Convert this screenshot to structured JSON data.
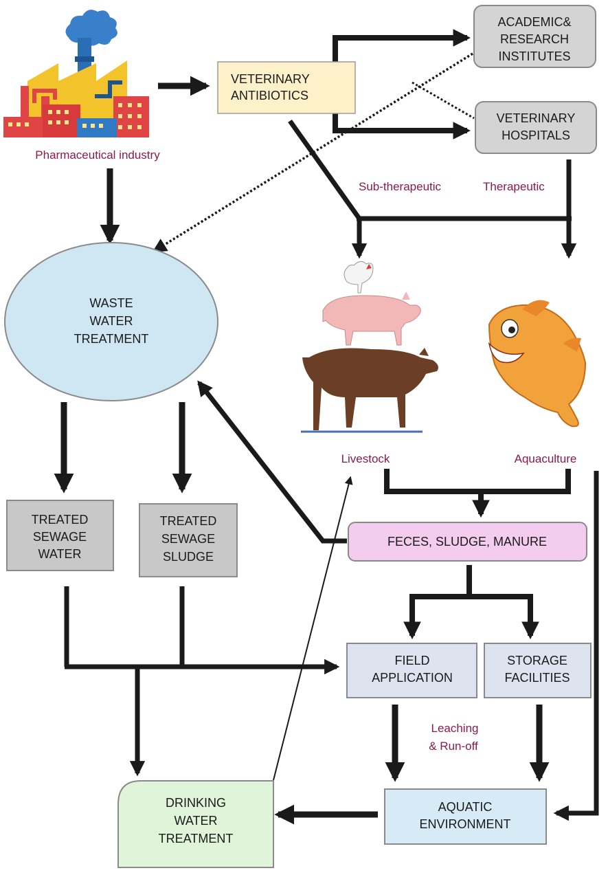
{
  "colors": {
    "arrow": "#1a1a1a",
    "label_text": "#8b1a4a",
    "veterinary_antibiotics_fill": "#fdf1c9",
    "institute_fill": "#d4d4d4",
    "treated_fill": "#c8c8c8",
    "waste_water_fill": "#cfe6f3",
    "feces_fill": "#f4cdee",
    "field_fill": "#dde3ef",
    "aquatic_fill": "#d6ebf6",
    "drinking_fill": "#dff4d8"
  },
  "icons": {
    "industry": "factory-icon",
    "livestock": "stacked-livestock-icon",
    "aquaculture": "fish-icon"
  },
  "nodes": {
    "veterinary_antibiotics": [
      "VETERINARY",
      "ANTIBIOTICS"
    ],
    "academic_institutes": [
      "ACADEMIC&",
      "RESEARCH",
      "INSTITUTES"
    ],
    "veterinary_hospitals": [
      "VETERINARY",
      "HOSPITALS"
    ],
    "waste_water_treatment": [
      "WASTE",
      "WATER",
      "TREATMENT"
    ],
    "treated_sewage_water": [
      "TREATED",
      "SEWAGE",
      "WATER"
    ],
    "treated_sewage_sludge": [
      "TREATED",
      "SEWAGE",
      "SLUDGE"
    ],
    "feces_sludge_manure": [
      "FECES, SLUDGE, MANURE"
    ],
    "field_application": [
      "FIELD",
      "APPLICATION"
    ],
    "storage_facilities": [
      "STORAGE",
      "FACILITIES"
    ],
    "aquatic_environment": [
      "AQUATIC",
      "ENVIRONMENT"
    ],
    "drinking_water_treatment": [
      "DRINKING",
      "WATER",
      "TREATMENT"
    ]
  },
  "labels": {
    "pharmaceutical_industry": "Pharmaceutical industry",
    "sub_therapeutic": "Sub-therapeutic",
    "therapeutic": "Therapeutic",
    "livestock": "Livestock",
    "aquaculture": "Aquaculture",
    "leaching_line1": "Leaching",
    "leaching_line2": "& Run-off"
  }
}
